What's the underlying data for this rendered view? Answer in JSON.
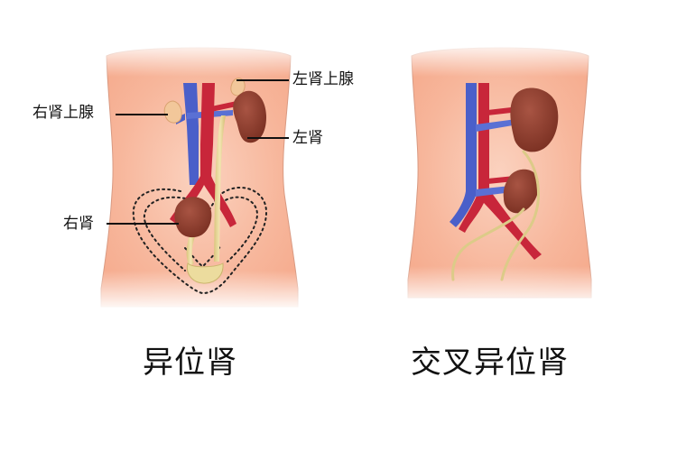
{
  "diagram": {
    "left_panel": {
      "caption": "异位肾",
      "labels": {
        "right_adrenal": "右肾上腺",
        "left_adrenal": "左肾上腺",
        "left_kidney": "左肾",
        "right_kidney": "右肾"
      }
    },
    "right_panel": {
      "caption": "交叉异位肾"
    },
    "colors": {
      "skin": "#f9c3a8",
      "skin_edge": "#fde6d9",
      "vein": "#4a5fc9",
      "artery": "#c8263a",
      "kidney": "#8e3f2e",
      "ureter": "#e6d38e",
      "adrenal": "#f2c79a"
    }
  }
}
